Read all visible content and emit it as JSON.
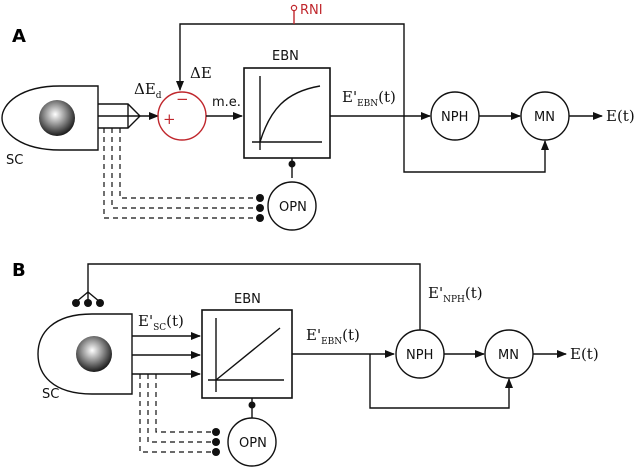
{
  "panels": {
    "a": {
      "panel_label": "A",
      "sc_label": "SC",
      "delta_ed": "ΔE",
      "delta_ed_sub": "d",
      "delta_e": "ΔE",
      "minus": "−",
      "plus": "+",
      "me_label": "m.e.",
      "ebn_title": "EBN",
      "ebn_out": "E'",
      "ebn_out_sub": "EBN",
      "ebn_out_arg": "(t)",
      "rni_label": "RNI",
      "nph_label": "NPH",
      "mn_label": "MN",
      "output_label": "E(t)",
      "opn_label": "OPN"
    },
    "b": {
      "panel_label": "B",
      "sc_label": "SC",
      "sc_out": "E'",
      "sc_out_sub": "SC",
      "sc_out_arg": "(t)",
      "ebn_title": "EBN",
      "ebn_out": "E'",
      "ebn_out_sub": "EBN",
      "ebn_out_arg": "(t)",
      "nph_out": "E'",
      "nph_out_sub": "NPH",
      "nph_out_arg": "(t)",
      "nph_label": "NPH",
      "mn_label": "MN",
      "output_label": "E(t)",
      "opn_label": "OPN"
    }
  },
  "colors": {
    "feedback_red": "#c0272d",
    "line": "#111111"
  }
}
